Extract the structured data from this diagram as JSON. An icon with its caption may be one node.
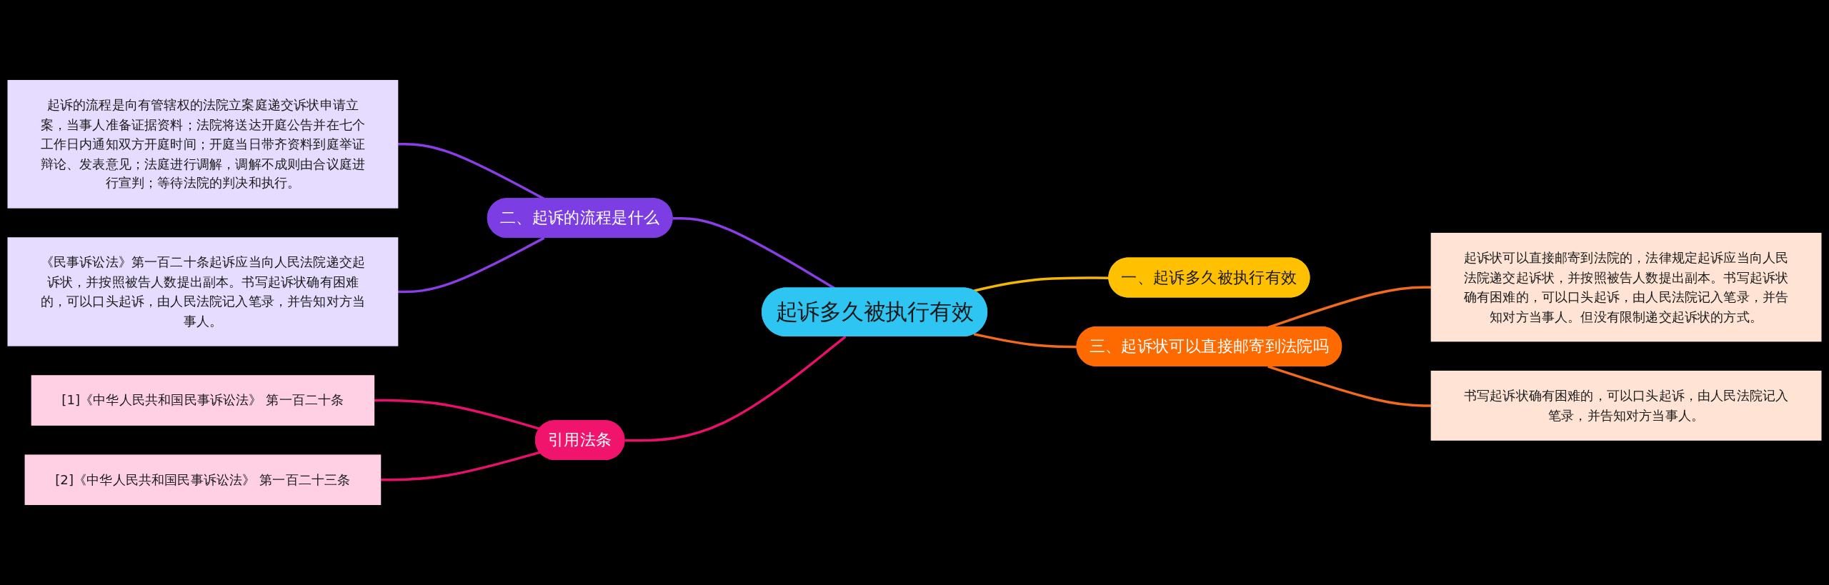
{
  "diagram": {
    "nodes": [
      {
        "text": [
          "起诉多久被执行有效"
        ]
      },
      {
        "text": [
          "一、起诉多久被执行有效"
        ]
      },
      {
        "text": [
          "二、起诉的流程是什么"
        ]
      },
      {
        "text": [
          "起诉的流程是向有管辖权的法院立案庭递交诉状申请立案，当事人准备证据资料；法院将送达开庭公告并在七个工作日内通知双方开庭时间；开庭当日带齐资料到庭举证辩论、发表意见；法庭进行调解，调解不成则由合议庭进行宣判；等待法院的判决和执行。"
        ]
      },
      {
        "text": [
          "《民事诉讼法》第一百二十条起诉应当向人民法院递交起诉状，并按照被告人数提出副本。书写起诉状确有困难的，可以口头起诉，由人民法院记入笔录，并告知对方当事人。"
        ]
      },
      {
        "text": [
          "三、起诉状可以直接邮寄到法院吗"
        ]
      },
      {
        "text": [
          "起诉状可以直接邮寄到法院的，法律规定起诉应当向人民法院递交起诉状，并按照被告人数提出副本。书写起诉状确有困难的，可以口头起诉，由人民法院记入笔录，并告知对方当事人。但没有限制递交起诉状的方式。"
        ]
      },
      {
        "text": [
          "书写起诉状确有困难的，可以口头起诉，由人民法院记入笔录，并告知对方当事人。"
        ]
      },
      {
        "text": [
          "引用法条"
        ]
      },
      {
        "text": [
          "[1]《中华人民共和国民事诉讼法》 第一百二十条"
        ]
      },
      {
        "text": [
          "[2]《中华人民共和国民事诉讼法》 第一百二十三条"
        ]
      }
    ],
    "edges": [
      {
        "from": 3,
        "to": 2,
        "arrow": "none",
        "color": "#8b3ee6"
      },
      {
        "from": 4,
        "to": 2,
        "arrow": "none",
        "color": "#8b3ee6"
      },
      {
        "from": 2,
        "to": 0,
        "arrow": "none",
        "color": "#8b3ee6"
      },
      {
        "from": 0,
        "to": 1,
        "arrow": "none",
        "color": "#f5b800"
      },
      {
        "from": 0,
        "to": 5,
        "arrow": "none",
        "color": "#f26b1d"
      },
      {
        "from": 5,
        "to": 6,
        "arrow": "none",
        "color": "#f26b1d"
      },
      {
        "from": 5,
        "to": 7,
        "arrow": "none",
        "color": "#f26b1d"
      },
      {
        "from": 9,
        "to": 8,
        "arrow": "none",
        "color": "#e8106a"
      },
      {
        "from": 10,
        "to": 8,
        "arrow": "none",
        "color": "#e8106a"
      },
      {
        "from": 8,
        "to": 0,
        "arrow": "none",
        "color": "#e8106a"
      }
    ]
  }
}
